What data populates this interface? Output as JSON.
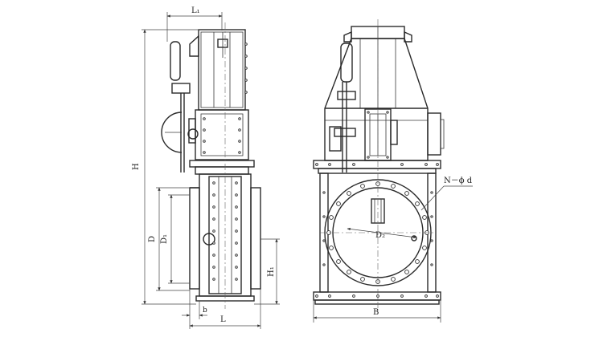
{
  "labels": {
    "L1": "L₁",
    "H": "H",
    "D": "D",
    "D1": "D₁",
    "H1": "H₁",
    "b": "b",
    "L": "L",
    "B": "B",
    "D2": "D₂",
    "N_d": "N－ϕ d"
  }
}
